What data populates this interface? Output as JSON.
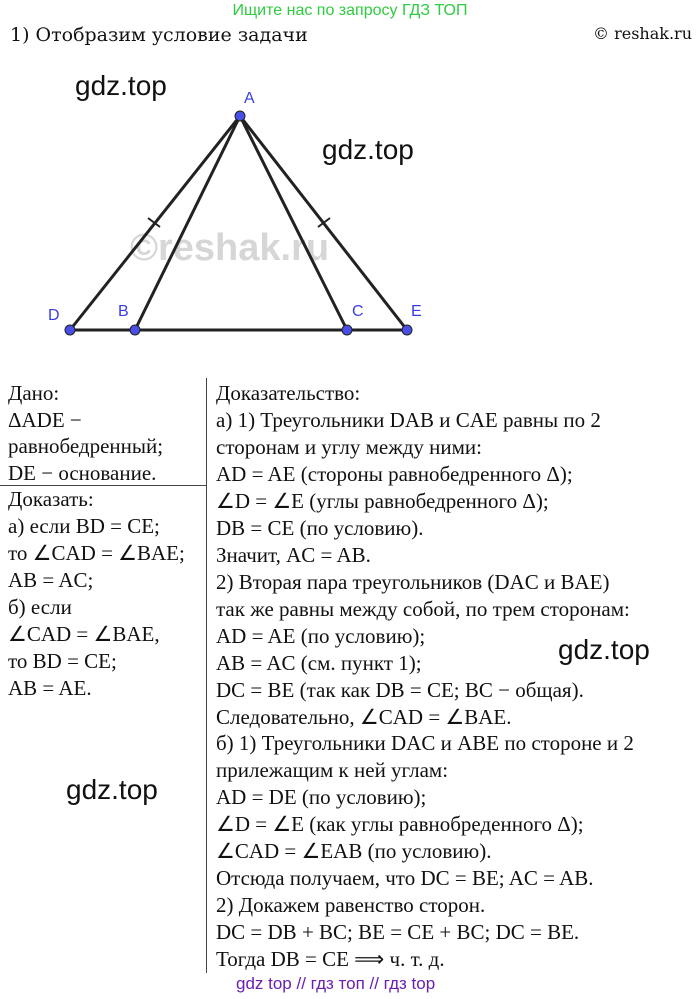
{
  "banner": "Ищите нас по запросу ГДЗ ТОП",
  "heading": "1) Отобразим условие задачи",
  "copyright": "© reshak.ru",
  "watermarks": [
    "gdz.top",
    "gdz.top",
    "gdz.top",
    "gdz.top"
  ],
  "figure": {
    "labels": {
      "A": "A",
      "B": "B",
      "C": "C",
      "D": "D",
      "E": "E"
    },
    "watermark": "©reshak.ru"
  },
  "given": [
    "Дано:",
    "ΔADE −",
    "равнобедренный;",
    "DE − основание."
  ],
  "prove": [
    "Доказать:",
    "а) если BD = CE;",
    "то ∠CAD = ∠BAE;",
    "AB = AC;",
    "б) если",
    "∠CAD = ∠BAE,",
    "то BD = CE;",
    "AB = AE."
  ],
  "proof": [
    "Доказательство:",
    "а) 1) Треугольники DAB и CAE равны по 2",
    "сторонам и углу между ними:",
    "AD = AE (стороны равнобедренного Δ);",
    "∠D = ∠E (углы равнобедренного Δ);",
    "DB = CE (по условию).",
    "Значит, AC = AB.",
    "2) Вторая пара треугольников (DAC и BAE)",
    "так же равны между собой, по трем сторонам:",
    "AD = AE (по условию);",
    "AB = AC (см. пункт 1);",
    "DC = BE (так как DB = CE; BC − общая).",
    "Следовательно, ∠CAD = ∠BAE.",
    "б)  1) Треугольники DAC и ABE по стороне и 2",
    "прилежащим к ней углам:",
    "AD = DE (по условию);",
    "∠D = ∠E (как углы равнобреденного Δ);",
    " ∠CAD = ∠EAB (по условию).",
    "Отсюда получаем, что DC = BE;  AC = AB.",
    "2) Докажем равенство сторон.",
    "DC = DB + BC;  BE = CE + BC; DC = BE.",
    "Тогда DB = CE ⟹ ч. т. д."
  ],
  "footer": "gdz top  //  гдз топ  //  гдз top"
}
